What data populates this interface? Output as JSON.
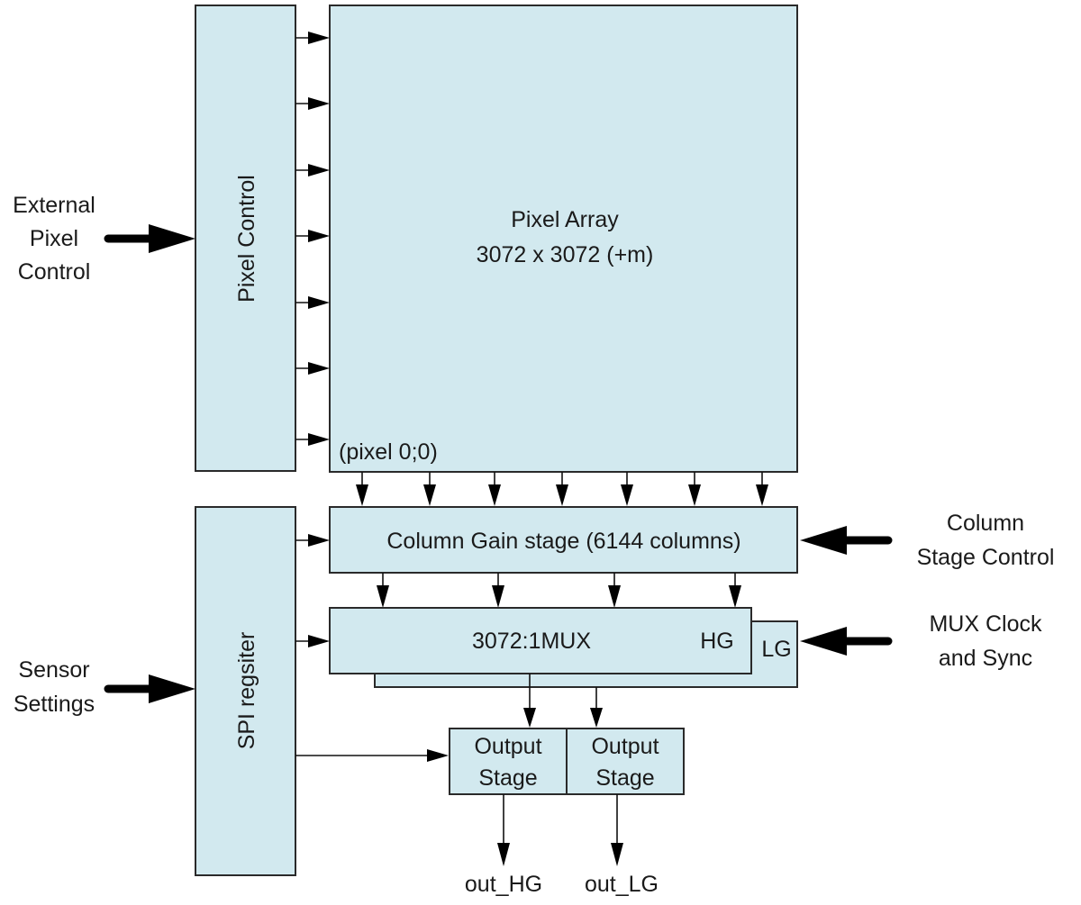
{
  "blocks": {
    "pixel_control": "Pixel Control",
    "pixel_array_title": "Pixel Array",
    "pixel_array_size": "3072 x 3072 (+m)",
    "pixel_origin": "(pixel 0;0)",
    "column_gain": "Column Gain stage (6144 columns)",
    "mux": "3072:1MUX",
    "mux_hg": "HG",
    "mux_lg": "LG",
    "spi_register": "SPI regsiter",
    "output_stage_hg": [
      "Output",
      "Stage"
    ],
    "output_stage_lg": [
      "Output",
      "Stage"
    ]
  },
  "inputs": {
    "external_pixel_control": [
      "External",
      "Pixel",
      "Control"
    ],
    "sensor_settings": [
      "Sensor",
      "Settings"
    ],
    "column_stage_control": [
      "Column",
      "Stage Control"
    ],
    "mux_clock_sync": [
      "MUX Clock",
      "and Sync"
    ]
  },
  "outputs": {
    "out_hg": "out_HG",
    "out_lg": "out_LG"
  },
  "colors": {
    "block_fill": "#d2e9ef",
    "block_stroke": "#2a2a2a"
  }
}
